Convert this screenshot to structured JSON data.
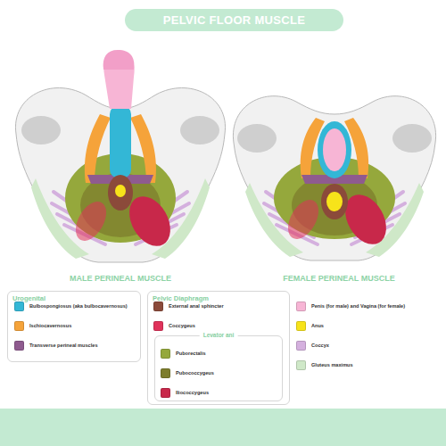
{
  "diagram": {
    "title": "PELVIC FLOOR MUSCLE",
    "nodes": [
      {
        "text": [
          "Urogenital"
        ]
      },
      {
        "text": [
          "Pelvic Diaphragm"
        ]
      },
      {
        "text": [
          "Levator ani"
        ],
        "in": 1
      }
    ],
    "labels": [
      "MALE PERINEAL MUSCLE",
      "FEMALE PERINEAL MUSCLE"
    ],
    "legend": [
      {
        "text": "Bulbospongiosus (aka bulbocavernosus)",
        "color": "#33b7d6"
      },
      {
        "text": "Ischiocavernosus",
        "color": "#f5a33a"
      },
      {
        "text": "Transverse perineal muscles",
        "color": "#8f5b8f"
      },
      {
        "text": "External anal sphincter",
        "color": "#8b4a3a"
      },
      {
        "text": "Coccygeus",
        "color": "#e0325a"
      },
      {
        "text": "Puborectalis",
        "color": "#95a83c"
      },
      {
        "text": "Pubococcygeus",
        "color": "#7d7d2c"
      },
      {
        "text": "Iliococcygeus",
        "color": "#c8284a"
      },
      {
        "text": "Penis (for male) and Vagina (for female)",
        "color": "#f7b5d5"
      },
      {
        "text": "Anus",
        "color": "#f7e31a"
      },
      {
        "text": "Coccyx",
        "color": "#d4b0de"
      },
      {
        "text": "Gluteus maximus",
        "color": "#cfe8c8"
      }
    ]
  }
}
